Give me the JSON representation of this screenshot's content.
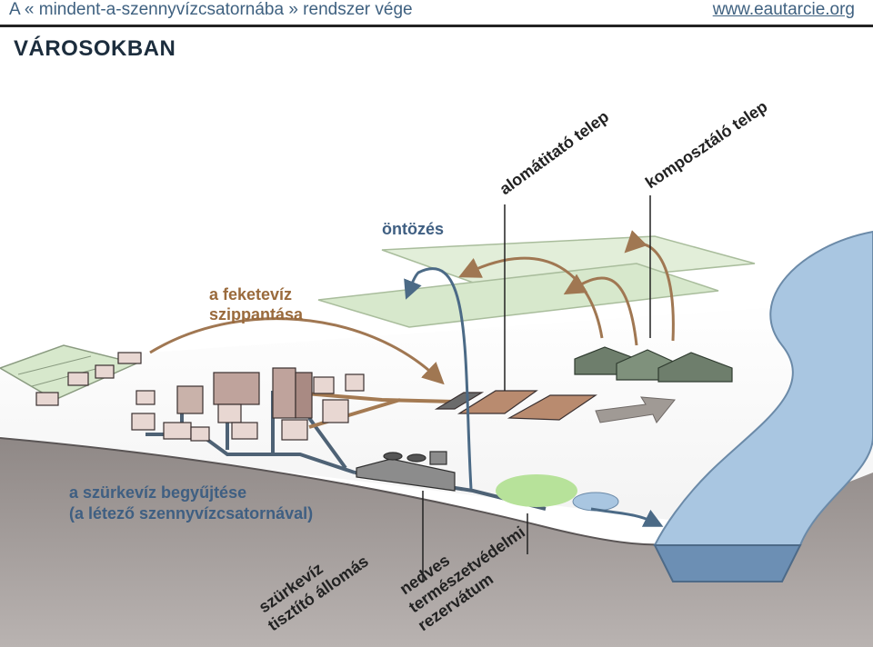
{
  "header": {
    "title": "A « mindent-a-szennyvízcsatornába » rendszer vége",
    "link": "www.eautarcie.org"
  },
  "section_title": "VÁROSOKBAN",
  "labels": {
    "irrigation": "öntözés",
    "blackwater_line1": "a feketevíz",
    "blackwater_line2": "szippantása",
    "greywater_line1": "a szürkevíz begyűjtése",
    "greywater_line2": "(a létező szennyvízcsatornával)",
    "anaerobic": "alomátitató telep",
    "compost": "komposztáló telep",
    "grey_station_line1": "szürkevíz",
    "grey_station_line2": "tisztító állomás",
    "wetland_line1": "nedves",
    "wetland_line2": "természetvédelmi",
    "wetland_line3": "rezervátum"
  },
  "colors": {
    "header_text": "#3f6180",
    "label_text": "#3f5f82",
    "brown_label": "#9a6a3c",
    "brown_arrow": "#a07752",
    "blue_arrow": "#4b6a86",
    "river": "#a9c6e1",
    "ground": "#a19a97",
    "field": "#d7e8cc"
  }
}
